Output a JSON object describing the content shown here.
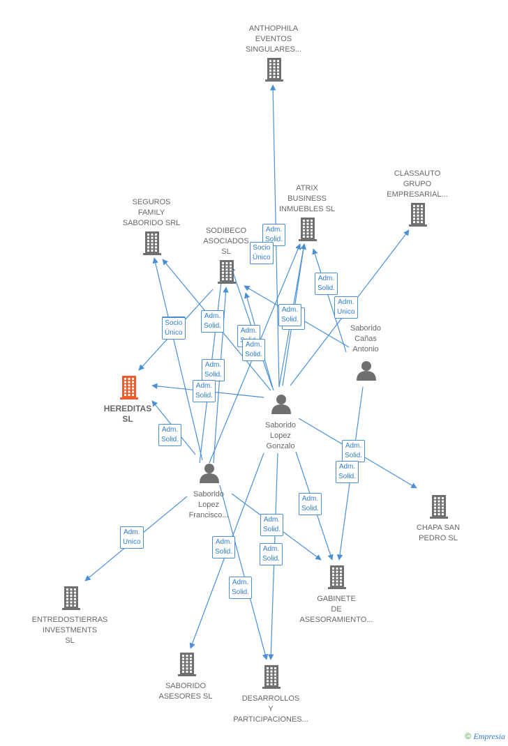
{
  "colors": {
    "edge": "#4a8fd6",
    "node": "#707070",
    "focus": "#ef5c2c",
    "label": "#666666"
  },
  "nodes": [
    {
      "id": "anthophila",
      "type": "company",
      "label": "ANTHOPHILA\nEVENTOS\nSINGULARES..."
    },
    {
      "id": "atrix",
      "type": "company",
      "label": "ATRIX\nBUSINESS\nINMUEBLES  SL"
    },
    {
      "id": "classauto",
      "type": "company",
      "label": "CLASSAUTO\nGRUPO\nEMPRESARIAL..."
    },
    {
      "id": "seguros",
      "type": "company",
      "label": "SEGUROS\nFAMILY\nSABORIDO SRL"
    },
    {
      "id": "sodibeco",
      "type": "company",
      "label": "SODIBECO\nASOCIADOS\nSL"
    },
    {
      "id": "hereditas",
      "type": "focus",
      "label": "HEREDITAS\nSL"
    },
    {
      "id": "saborido_canas",
      "type": "person",
      "label": "Saborido\nCañas\nAntonio"
    },
    {
      "id": "saborido_gonzalo",
      "type": "person",
      "label": "Saborido\nLopez\nGonzalo"
    },
    {
      "id": "saborido_francisco",
      "type": "person",
      "label": "Saborido\nLopez\nFrancisco..."
    },
    {
      "id": "chapa",
      "type": "company",
      "label": "CHAPA SAN\nPEDRO SL"
    },
    {
      "id": "entredostierras",
      "type": "company",
      "label": "ENTREDOSTIERRAS\nINVESTMENTS\nSL"
    },
    {
      "id": "gabinete",
      "type": "company",
      "label": "GABINETE\nDE\nASESORAMIENTO..."
    },
    {
      "id": "saborido_asesores",
      "type": "company",
      "label": "SABORIDO\nASESORES SL"
    },
    {
      "id": "desarrollos",
      "type": "company",
      "label": "DESARROLLOS\nY\nPARTICIPACIONES..."
    }
  ],
  "edges": [
    {
      "from": "saborido_gonzalo",
      "to": "anthophila",
      "label": "Adm.\nSolid."
    },
    {
      "from": "saborido_gonzalo",
      "to": "atrix",
      "label": "Adm.\nSolid."
    },
    {
      "from": "saborido_francisco",
      "to": "atrix",
      "label": "Adm.\nSolid."
    },
    {
      "from": "saborido_canas",
      "to": "atrix",
      "label": "Adm.\nSolid."
    },
    {
      "from": "saborido_gonzalo",
      "to": "classauto",
      "label": "Adm.\nUnico"
    },
    {
      "from": "saborido_francisco",
      "to": "seguros",
      "label": "Socio\nÚnico"
    },
    {
      "from": "saborido_gonzalo",
      "to": "seguros",
      "label": "Adm.\nSolid."
    },
    {
      "from": "saborido_gonzalo",
      "to": "sodibeco",
      "label": "Socio\nÚnico"
    },
    {
      "from": "saborido_francisco",
      "to": "sodibeco",
      "label": "Adm.\nSolid."
    },
    {
      "from": "saborido_canas",
      "to": "sodibeco",
      "label": "Adm.\nSolid."
    },
    {
      "from": "sodibeco",
      "to": "hereditas",
      "label": "Socio\nÚnico"
    },
    {
      "from": "saborido_francisco",
      "to": "hereditas",
      "label": "Adm.\nSolid."
    },
    {
      "from": "saborido_gonzalo",
      "to": "hereditas",
      "label": "Adm.\nSolid."
    },
    {
      "from": "saborido_gonzalo",
      "to": "chapa",
      "label": "Adm.\nSolid."
    },
    {
      "from": "saborido_gonzalo",
      "to": "gabinete",
      "label": "Adm.\nSolid."
    },
    {
      "from": "saborido_canas",
      "to": "gabinete",
      "label": "Adm.\nSolid."
    },
    {
      "from": "saborido_francisco",
      "to": "gabinete",
      "label": "Adm.\nSolid."
    },
    {
      "from": "saborido_francisco",
      "to": "entredostierras",
      "label": "Adm.\nUnico"
    },
    {
      "from": "saborido_gonzalo",
      "to": "saborido_asesores",
      "label": "Adm.\nSolid."
    },
    {
      "from": "saborido_gonzalo",
      "to": "desarrollos",
      "label": "Adm.\nSolid."
    },
    {
      "from": "saborido_francisco",
      "to": "desarrollos",
      "label": "Adm.\nSolid."
    },
    {
      "from": "saborido_francisco",
      "to": "sodibeco",
      "label": "Adm.\nSolid."
    },
    {
      "from": "saborido_gonzalo",
      "to": "sodibeco",
      "label": "Adm.\nSolid."
    },
    {
      "from": "saborido_gonzalo",
      "to": "atrix",
      "label": "Socio\nÚnico"
    }
  ],
  "footer": {
    "copyright_symbol": "©",
    "brand": "Empresia"
  }
}
